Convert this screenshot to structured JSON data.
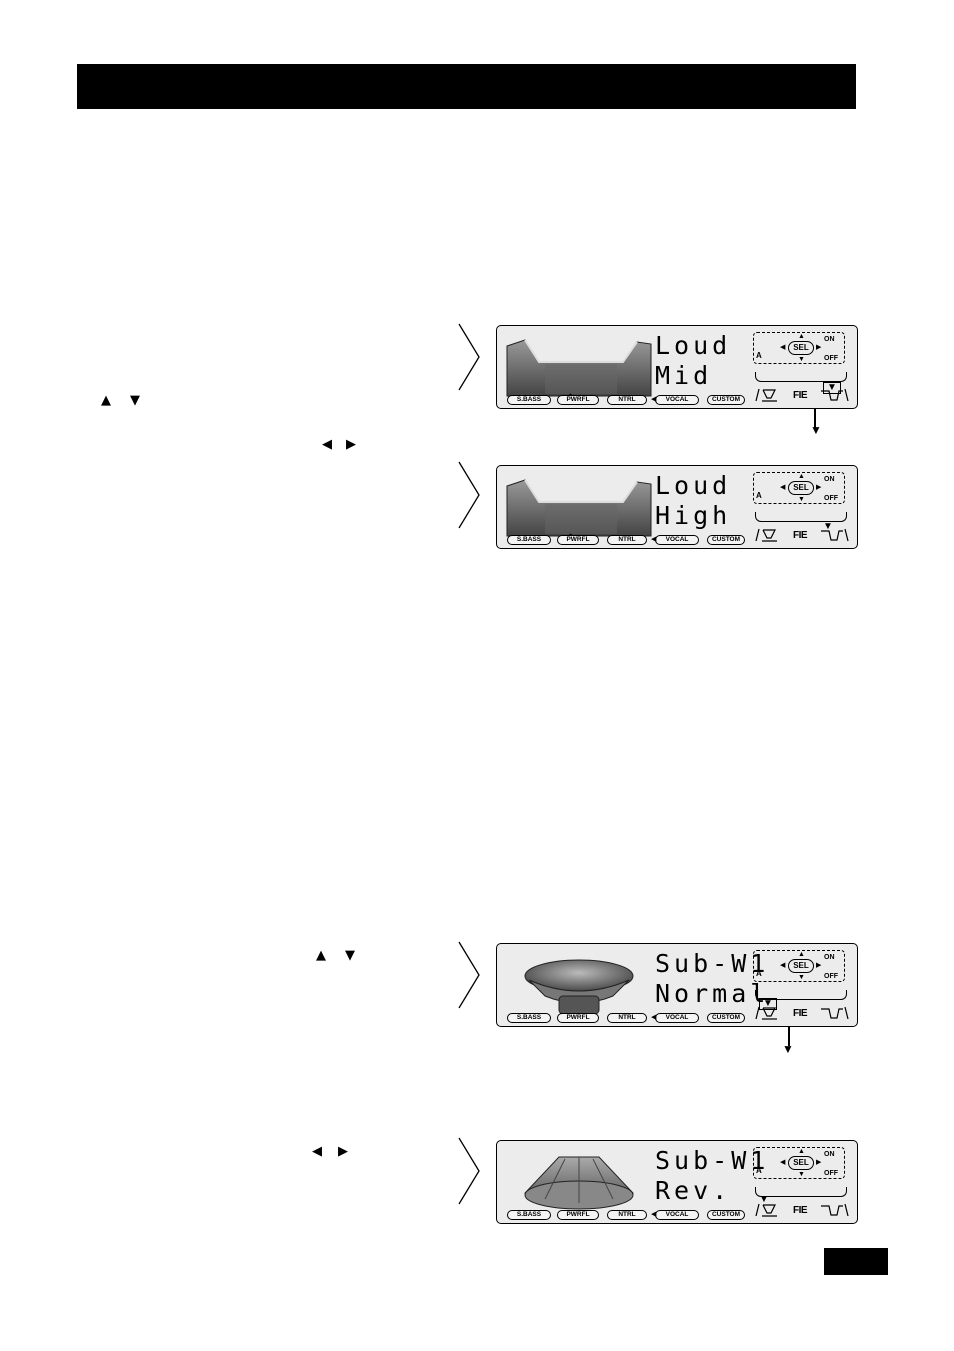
{
  "colors": {
    "header": "#000000",
    "lcd_background": "#ececec",
    "ink": "#000000"
  },
  "inline_glyphs": {
    "up": "▲",
    "down": "▼",
    "left": "◀",
    "right": "▶",
    "down_marker": "▼"
  },
  "displays": [
    {
      "id": "loud-mid",
      "illustration": "loudness-curve",
      "line1": "Loud",
      "line2": "Mid",
      "marker_boxed": true
    },
    {
      "id": "loud-high",
      "illustration": "loudness-curve",
      "line1": "Loud",
      "line2": "High",
      "marker_boxed": false
    },
    {
      "id": "subw-normal",
      "illustration": "subwoofer-speaker-front",
      "line1": "Sub-W1",
      "line2": "Normal",
      "marker_boxed": true
    },
    {
      "id": "subw-rev",
      "illustration": "subwoofer-speaker-rear",
      "line1": "Sub-W1",
      "line2": "Rev.",
      "marker_boxed": false
    }
  ],
  "panel_labels": {
    "sel": "SEL",
    "on": "ON",
    "off": "OFF",
    "a": "A",
    "fie": "FIE",
    "eq_buttons": [
      "S.BASS",
      "PWRFL",
      "NTRL",
      "VOCAL",
      "CUSTOM"
    ]
  }
}
